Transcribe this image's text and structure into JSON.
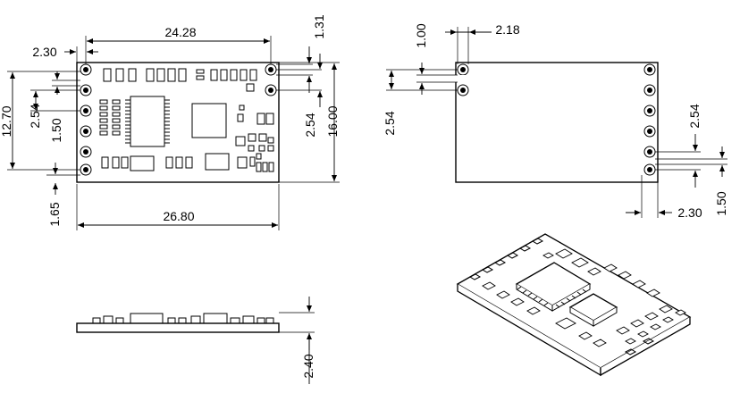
{
  "dimensions": {
    "pad_offset_top_left": "2.30",
    "inner_width": "24.28",
    "pad_diameter_top_right": "1.31",
    "pitch_left_rows": "12.70",
    "pitch_left": "2.54",
    "pad_left": "1.50",
    "pitch_right": "2.54",
    "height_total": "16.00",
    "bottom_offset": "1.65",
    "width_total": "26.80",
    "side_pad_size": "1.00",
    "side_offset": "2.18",
    "side_pitch": "2.54",
    "side_right_pitch": "2.54",
    "side_right_pad": "1.50",
    "side_bottom_offset": "2.30",
    "thickness": "2.40"
  }
}
